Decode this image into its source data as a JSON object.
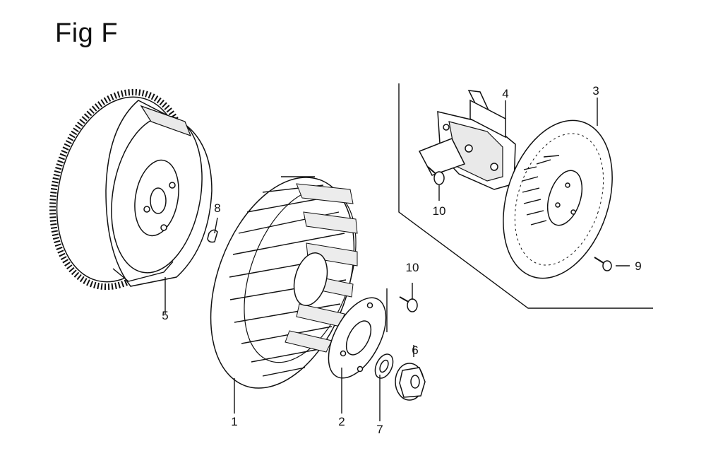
{
  "figure": {
    "title": "Fig F"
  },
  "callouts": {
    "c1": "1",
    "c2": "2",
    "c3": "3",
    "c4": "4",
    "c5": "5",
    "c6": "6",
    "c7": "7",
    "c8": "8",
    "c9": "9",
    "c10a": "10",
    "c10b": "10"
  }
}
